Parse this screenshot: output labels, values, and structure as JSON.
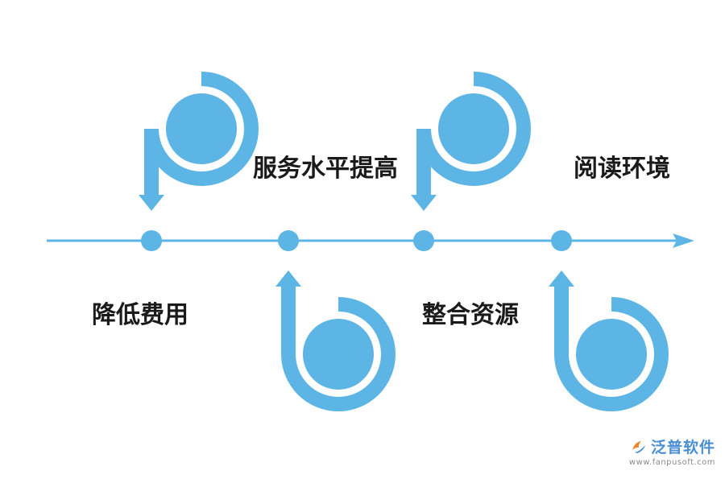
{
  "colors": {
    "accent": "#5cb5e4",
    "text": "#1a1a1a",
    "background": "#ffffff",
    "brand": "#4a8fd6"
  },
  "timeline": {
    "direction": "left-to-right",
    "nodes": [
      {
        "label": "降低费用",
        "icon": "p-loop-arrow-down-icon"
      },
      {
        "label": "服务水平提高",
        "icon": "b-loop-arrow-up-icon"
      },
      {
        "label": "整合资源",
        "icon": "p-loop-arrow-down-icon"
      },
      {
        "label": "阅读环境",
        "icon": "b-loop-arrow-up-icon"
      }
    ]
  },
  "watermark": {
    "brand": "泛普软件",
    "url": "www.fanpusoft.com",
    "icon": "fanpu-logo-icon"
  }
}
